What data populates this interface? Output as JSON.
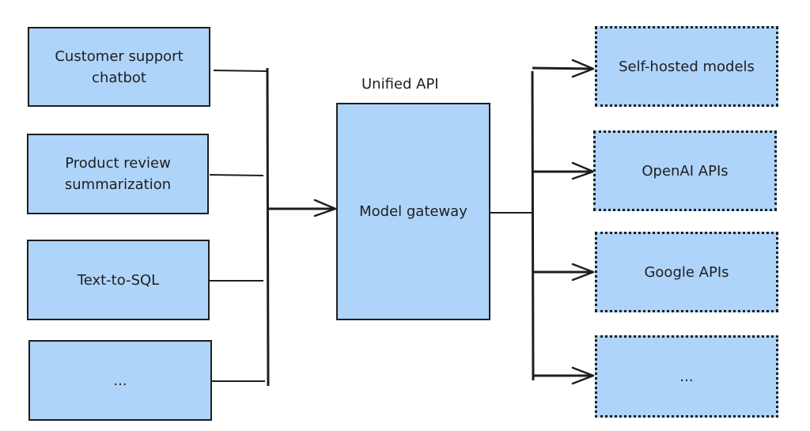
{
  "diagram": {
    "type": "flow",
    "colors": {
      "box_fill": "#afd4fa",
      "stroke": "#1e1e1e",
      "background": "#ffffff"
    },
    "clients": [
      {
        "label": "Customer support\nchatbot"
      },
      {
        "label": "Product review\nsummarization"
      },
      {
        "label": "Text-to-SQL"
      },
      {
        "label": "..."
      }
    ],
    "gateway": {
      "title": "Unified API",
      "label": "Model gateway"
    },
    "providers": [
      {
        "label": "Self-hosted models"
      },
      {
        "label": "OpenAI APIs"
      },
      {
        "label": "Google APIs"
      },
      {
        "label": "..."
      }
    ],
    "edges": [
      {
        "from": "clients",
        "to": "gateway",
        "style": "merge-arrow"
      },
      {
        "from": "gateway",
        "to": "providers",
        "style": "fan-out-arrows"
      }
    ]
  }
}
